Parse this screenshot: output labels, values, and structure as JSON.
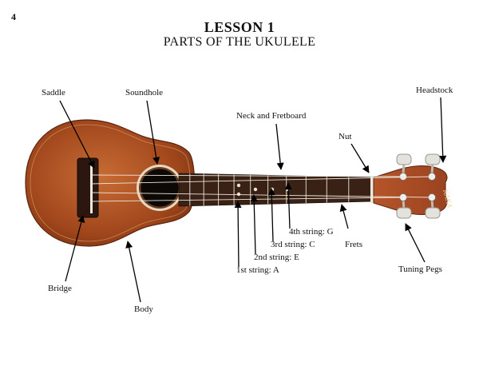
{
  "page_number": "4",
  "title": "LESSON 1",
  "subtitle": "PARTS OF THE UKULELE",
  "brand_text": "KAKA",
  "colors": {
    "body_wood": "#a0461c",
    "body_wood_light": "#c46a32",
    "fretboard": "#3a2116",
    "fret": "#d9d2c4",
    "string": "#e8e3d8",
    "arrow": "#000000",
    "text": "#111111",
    "peg": "#e4e2dc"
  },
  "labels": {
    "saddle": "Saddle",
    "soundhole": "Soundhole",
    "neck_fretboard": "Neck and Fretboard",
    "nut": "Nut",
    "headstock": "Headstock",
    "string4": "4th string: G",
    "string3": "3rd string: C",
    "string2": "2nd string: E",
    "string1": "1st string: A",
    "frets": "Frets",
    "tuning_pegs": "Tuning Pegs",
    "bridge": "Bridge",
    "body": "Body"
  }
}
